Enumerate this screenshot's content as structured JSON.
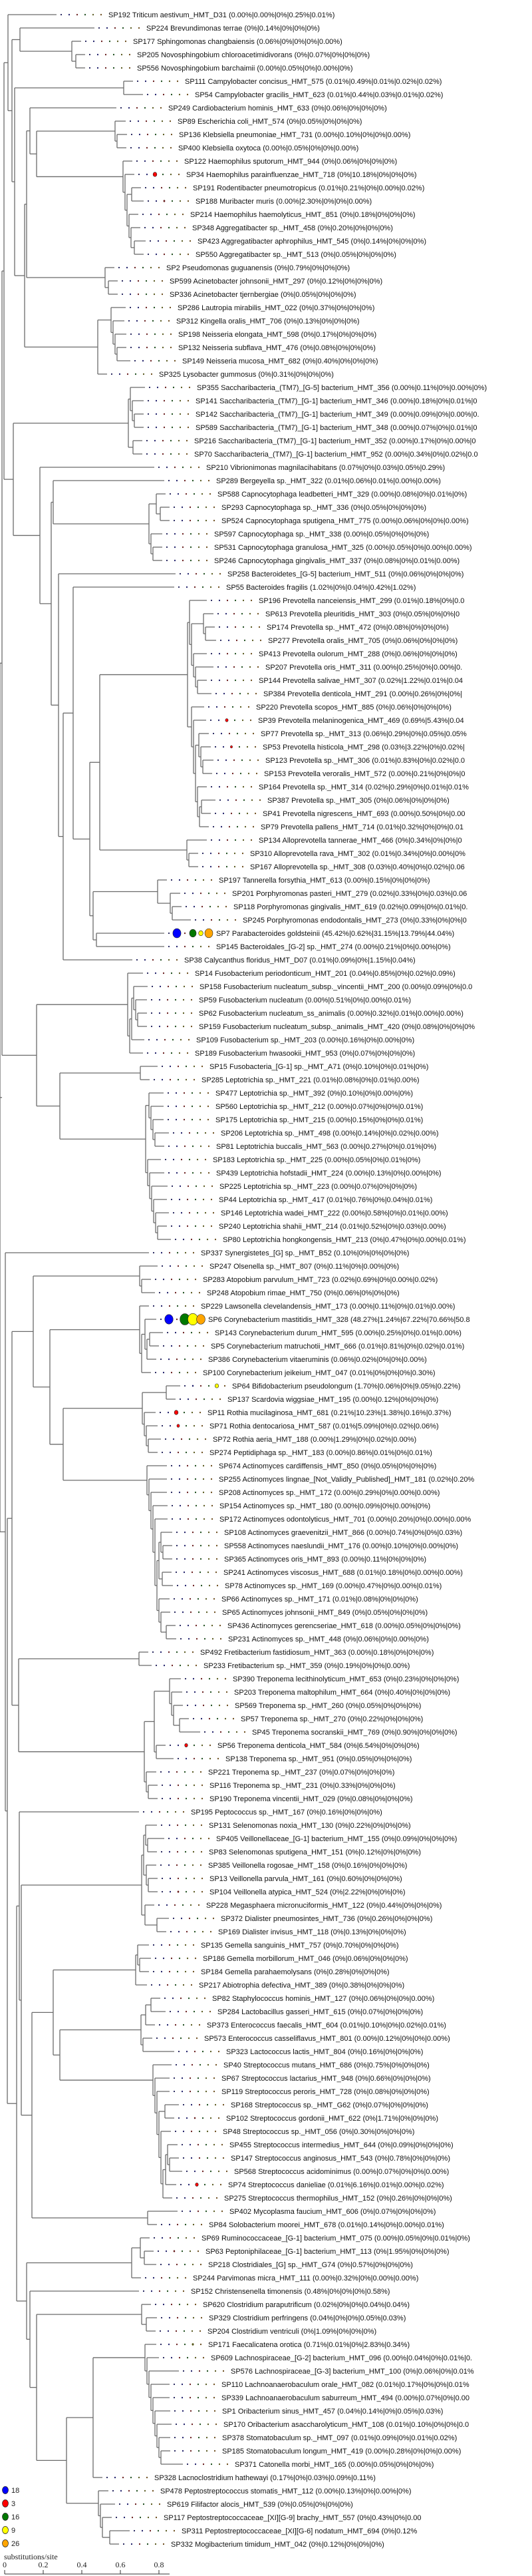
{
  "samples": [
    {
      "count": "18",
      "color": "#0000ff"
    },
    {
      "count": "3",
      "color": "#ff0000"
    },
    {
      "count": "16",
      "color": "#007700"
    },
    {
      "count": "9",
      "color": "#ffff00"
    },
    {
      "count": "26",
      "color": "#ffa500"
    }
  ],
  "axis": {
    "title": "substitutions/site",
    "ticks": [
      "0",
      "0.2",
      "0.4",
      "0.6",
      "0.8"
    ]
  },
  "leaves": [
    {
      "label": "SP192 Triticum aestivum_HMT_D31 (0.00%|0.00%|0%|0.25%|0.01%)"
    },
    {
      "label": "SP224 Brevundimonas terrae (0%|0.14%|0%|0%|0%)"
    },
    {
      "label": "SP177 Sphingomonas changbaiensis (0.06%|0%|0%|0%|0.00%)"
    },
    {
      "label": "SP205 Novosphingobium chloroacetimidivorans (0%|0.07%|0%|0%|0%)"
    },
    {
      "label": "SP556 Novosphingobium barchaimii (0.00%|0.05%|0%|0.00%|0%)"
    },
    {
      "label": "SP111 Campylobacter concisus_HMT_575 (0.01%|0.49%|0.01%|0.02%|0.02%)"
    },
    {
      "label": "SP54 Campylobacter gracilis_HMT_623 (0.01%|0.44%|0.03%|0.01%|0.02%)"
    },
    {
      "label": "SP249 Cardiobacterium hominis_HMT_633 (0%|0.06%|0%|0%|0%)"
    },
    {
      "label": "SP89 Escherichia coli_HMT_574 (0%|0.05%|0%|0%|0%)"
    },
    {
      "label": "SP136 Klebsiella pneumoniae_HMT_731 (0.00%|0.10%|0%|0%|0.00%)"
    },
    {
      "label": "SP400 Klebsiella oxytoca (0.00%|0.05%|0%|0%|0.00%)"
    },
    {
      "label": "SP122 Haemophilus sputorum_HMT_944 (0%|0.06%|0%|0%|0%)"
    },
    {
      "label": "SP34 Haemophilus parainfluenzae_HMT_718 (0%|10.18%|0%|0%|0%)"
    },
    {
      "label": "SP191 Rodentibacter pneumotropicus (0.01%|0.21%|0%|0.00%|0.02%)"
    },
    {
      "label": "SP188 Muribacter muris (0.00%|2.30%|0%|0%|0.00%)"
    },
    {
      "label": "SP214 Haemophilus haemolyticus_HMT_851 (0%|0.18%|0%|0%|0%)"
    },
    {
      "label": "SP348 Aggregatibacter sp._HMT_458 (0%|0.20%|0%|0%|0%)"
    },
    {
      "label": "SP423 Aggregatibacter aphrophilus_HMT_545 (0%|0.14%|0%|0%|0%)"
    },
    {
      "label": "SP550 Aggregatibacter sp._HMT_513 (0%|0.05%|0%|0%|0%)"
    },
    {
      "label": "SP2 Pseudomonas guguanensis (0%|0.79%|0%|0%|0%)"
    },
    {
      "label": "SP599 Acinetobacter johnsonii_HMT_297 (0%|0.12%|0%|0%|0%)"
    },
    {
      "label": "SP336 Acinetobacter tjernbergiae (0%|0.05%|0%|0%|0%)"
    },
    {
      "label": "SP286 Lautropia mirabilis_HMT_022 (0%|0.37%|0%|0%|0%)"
    },
    {
      "label": "SP312 Kingella oralis_HMT_706 (0%|0.13%|0%|0%|0%)"
    },
    {
      "label": "SP198 Neisseria elongata_HMT_598 (0%|0.17%|0%|0%|0%)"
    },
    {
      "label": "SP132 Neisseria subflava_HMT_476 (0%|0.08%|0%|0%|0%)"
    },
    {
      "label": "SP149 Neisseria mucosa_HMT_682 (0%|0.40%|0%|0%|0%)"
    },
    {
      "label": "SP325 Lysobacter gummosus (0%|0.31%|0%|0%|0%)"
    },
    {
      "label": "SP355 Saccharibacteria_(TM7)_[G-5] bacterium_HMT_356 (0.00%|0.11%|0%|0.00%|0%)"
    },
    {
      "label": "SP141 Saccharibacteria_(TM7)_[G-1] bacterium_HMT_346 (0.00%|0.18%|0%|0.01%|0"
    },
    {
      "label": "SP142 Saccharibacteria_(TM7)_[G-1] bacterium_HMT_349 (0.00%|0.09%|0%|0.00%|0."
    },
    {
      "label": "SP589 Saccharibacteria_(TM7)_[G-1] bacterium_HMT_348 (0.00%|0.07%|0%|0.01%|0"
    },
    {
      "label": "SP216 Saccharibacteria_(TM7)_[G-1] bacterium_HMT_352 (0.00%|0.17%|0%|0.00%|0"
    },
    {
      "label": "SP70 Saccharibacteria_(TM7)_[G-1] bacterium_HMT_952 (0.00%|0.34%|0%|0.02%|0.0"
    },
    {
      "label": "SP210 Vibrionimonas magnilacihabitans (0.07%|0%|0.03%|0.05%|0.29%)"
    },
    {
      "label": "SP289 Bergeyella sp._HMT_322 (0.01%|0.06%|0.01%|0.00%|0.00%)"
    },
    {
      "label": "SP588 Capnocytophaga leadbetteri_HMT_329 (0.00%|0.08%|0%|0.01%|0%)"
    },
    {
      "label": "SP293 Capnocytophaga sp._HMT_336 (0%|0.05%|0%|0%|0%)"
    },
    {
      "label": "SP524 Capnocytophaga sputigena_HMT_775 (0.00%|0.06%|0%|0%|0.00%)"
    },
    {
      "label": "SP597 Capnocytophaga sp._HMT_338 (0.00%|0.05%|0%|0%|0%)"
    },
    {
      "label": "SP531 Capnocytophaga granulosa_HMT_325 (0.00%|0.05%|0%|0.00%|0.00%)"
    },
    {
      "label": "SP246 Capnocytophaga gingivalis_HMT_337 (0%|0.08%|0%|0.01%|0.00%)"
    },
    {
      "label": "SP258 Bacteroidetes_[G-5] bacterium_HMT_511 (0%|0.06%|0%|0%|0%)"
    },
    {
      "label": "SP55 Bacteroides fragilis (1.02%|0%|0.04%|0.42%|1.02%)"
    },
    {
      "label": "SP196 Prevotella nanceiensis_HMT_299 (0.01%|0.18%|0%|0.0"
    },
    {
      "label": "SP613 Prevotella pleuritidis_HMT_303 (0%|0.05%|0%|0%|0"
    },
    {
      "label": "SP174 Prevotella sp._HMT_472 (0%|0.08%|0%|0%|0%)"
    },
    {
      "label": "SP277 Prevotella oralis_HMT_705 (0%|0.06%|0%|0%|0%)"
    },
    {
      "label": "SP413 Prevotella oulorum_HMT_288 (0%|0.06%|0%|0%|0%)"
    },
    {
      "label": "SP207 Prevotella oris_HMT_311 (0.00%|0.25%|0%|0.00%|0."
    },
    {
      "label": "SP144 Prevotella salivae_HMT_307 (0.02%|1.22%|0.01%|0.04"
    },
    {
      "label": "SP384 Prevotella denticola_HMT_291 (0.00%|0.26%|0%|0%|"
    },
    {
      "label": "SP220 Prevotella scopos_HMT_885 (0%|0.06%|0%|0%|0%)"
    },
    {
      "label": "SP39 Prevotella melaninogenica_HMT_469 (0.69%|5.43%|0.04"
    },
    {
      "label": "SP77 Prevotella sp._HMT_313 (0.06%|0.29%|0%|0.05%|0.05%"
    },
    {
      "label": "SP53 Prevotella histicola_HMT_298 (0.03%|3.22%|0%|0.02%|"
    },
    {
      "label": "SP123 Prevotella sp._HMT_306 (0.01%|0.83%|0%|0.02%|0.0"
    },
    {
      "label": "SP153 Prevotella veroralis_HMT_572 (0.00%|0.21%|0%|0%|0"
    },
    {
      "label": "SP164 Prevotella sp._HMT_314 (0.02%|0.29%|0%|0.01%|0.01%"
    },
    {
      "label": "SP387 Prevotella sp._HMT_305 (0%|0.06%|0%|0%|0%)"
    },
    {
      "label": "SP41 Prevotella nigrescens_HMT_693 (0.00%|0.50%|0%|0.00"
    },
    {
      "label": "SP79 Prevotella pallens_HMT_714 (0.01%|0.32%|0%|0%|0.01"
    },
    {
      "label": "SP134 Alloprevotella tannerae_HMT_466 (0%|0.34%|0%|0%|0"
    },
    {
      "label": "SP310 Alloprevotella rava_HMT_302 (0.01%|0.34%|0%|0.00%|0%"
    },
    {
      "label": "SP167 Alloprevotella sp._HMT_308 (0.03%|0.40%|0%|0.02%|0.06"
    },
    {
      "label": "SP197 Tannerella forsythia_HMT_613 (0.00%|0.15%|0%|0%|0%)"
    },
    {
      "label": "SP201 Porphyromonas pasteri_HMT_279 (0.02%|0.33%|0%|0.03%|0.06"
    },
    {
      "label": "SP118 Porphyromonas gingivalis_HMT_619 (0.02%|0.09%|0%|0.01%|0."
    },
    {
      "label": "SP245 Porphyromonas endodontalis_HMT_273 (0%|0.33%|0%|0%|0"
    },
    {
      "label": "SP7 Parabacteroides goldsteinii (45.42%|0.62%|31.15%|13.79%|44.04%)"
    },
    {
      "label": "SP145 Bacteroidales_[G-2] sp._HMT_274 (0.00%|0.21%|0%|0.00%|0%)"
    },
    {
      "label": "SP38 Calycanthus floridus_HMT_D07 (0.01%|0.09%|0%|1.15%|0.04%)"
    },
    {
      "label": "SP14 Fusobacterium periodonticum_HMT_201 (0.04%|0.85%|0%|0.02%|0.09%)"
    },
    {
      "label": "SP158 Fusobacterium nucleatum_subsp._vincentii_HMT_200 (0.00%|0.09%|0%|0.0"
    },
    {
      "label": "SP59 Fusobacterium nucleatum (0.00%|0.51%|0%|0.00%|0.01%)"
    },
    {
      "label": "SP62 Fusobacterium nucleatum_ss_animalis (0.00%|0.32%|0.01%|0.00%|0.00%)"
    },
    {
      "label": "SP159 Fusobacterium nucleatum_subsp._animalis_HMT_420 (0%|0.08%|0%|0%|0%"
    },
    {
      "label": "SP109 Fusobacterium sp._HMT_203 (0.00%|0.16%|0%|0.00%|0%)"
    },
    {
      "label": "SP189 Fusobacterium hwasookii_HMT_953 (0%|0.07%|0%|0%|0%)"
    },
    {
      "label": "SP15 Fusobacteria_[G-1] sp._HMT_A71 (0%|0.10%|0%|0.01%|0%)"
    },
    {
      "label": "SP285 Leptotrichia sp._HMT_221 (0.01%|0.08%|0%|0.01%|0.00%)"
    },
    {
      "label": "SP477 Leptotrichia sp._HMT_392 (0%|0.10%|0%|0.00%|0%)"
    },
    {
      "label": "SP560 Leptotrichia sp._HMT_212 (0.00%|0.07%|0%|0%|0.01%)"
    },
    {
      "label": "SP175 Leptotrichia sp._HMT_215 (0.00%|0.15%|0%|0%|0.01%)"
    },
    {
      "label": "SP206 Leptotrichia sp._HMT_498 (0.00%|0.14%|0%|0.02%|0.00%)"
    },
    {
      "label": "SP81 Leptotrichia buccalis_HMT_563 (0.00%|0.27%|0%|0.01%|0%)"
    },
    {
      "label": "SP183 Leptotrichia sp._HMT_225 (0.00%|0.05%|0%|0.01%|0%)"
    },
    {
      "label": "SP439 Leptotrichia hofstadii_HMT_224 (0.00%|0.13%|0%|0.00%|0%)"
    },
    {
      "label": "SP225 Leptotrichia sp._HMT_223 (0.00%|0.07%|0%|0%|0%)"
    },
    {
      "label": "SP44 Leptotrichia sp._HMT_417 (0.01%|0.76%|0%|0.04%|0.01%)"
    },
    {
      "label": "SP146 Leptotrichia wadei_HMT_222 (0.00%|0.58%|0%|0.01%|0.00%)"
    },
    {
      "label": "SP240 Leptotrichia shahii_HMT_214 (0.01%|0.52%|0%|0.03%|0.00%)"
    },
    {
      "label": "SP80 Leptotrichia hongkongensis_HMT_213 (0%|0.47%|0%|0.00%|0.01%)"
    },
    {
      "label": "SP337 Synergistetes_[G] sp._HMT_B52 (0.10%|0%|0%|0%|0%)"
    },
    {
      "label": "SP247 Olsenella sp._HMT_807 (0%|0.11%|0%|0.00%|0%)"
    },
    {
      "label": "SP283 Atopobium parvulum_HMT_723 (0.02%|0.69%|0%|0.00%|0.02%)"
    },
    {
      "label": "SP248 Atopobium rimae_HMT_750 (0%|0.06%|0%|0%|0%)"
    },
    {
      "label": "SP229 Lawsonella clevelandensis_HMT_173 (0.00%|0.11%|0%|0.01%|0.00%)"
    },
    {
      "label": "SP6 Corynebacterium mastitidis_HMT_328 (48.27%|1.24%|67.22%|70.66%|50.8"
    },
    {
      "label": "SP143 Corynebacterium durum_HMT_595 (0.00%|0.25%|0%|0.01%|0.00%)"
    },
    {
      "label": "SP5 Corynebacterium matruchotii_HMT_666 (0.01%|0.81%|0%|0.02%|0.01%)"
    },
    {
      "label": "SP386 Corynebacterium vitaeruminis (0.06%|0.02%|0%|0%|0.00%)"
    },
    {
      "label": "SP100 Corynebacterium jeikeium_HMT_047 (0.01%|0%|0%|0%|0.30%)"
    },
    {
      "label": "SP64 Bifidobacterium pseudolongum (1.70%|0.06%|0%|9.05%|0.22%)"
    },
    {
      "label": "SP137 Scardovia wiggsiae_HMT_195 (0.00%|0.12%|0%|0%|0%)"
    },
    {
      "label": "SP11 Rothia mucilaginosa_HMT_681 (0.21%|10.23%|1.38%|0.16%|0.37%)"
    },
    {
      "label": "SP71 Rothia dentocariosa_HMT_587 (0.01%|5.09%|0%|0.02%|0.06%)"
    },
    {
      "label": "SP72 Rothia aeria_HMT_188 (0.00%|1.29%|0%|0.02%|0.00%)"
    },
    {
      "label": "SP274 Peptidiphaga sp._HMT_183 (0.00%|0.86%|0.01%|0%|0.01%)"
    },
    {
      "label": "SP674 Actinomyces cardiffensis_HMT_850 (0%|0.05%|0%|0%|0%)"
    },
    {
      "label": "SP255 Actinomyces lingnae_[Not_Validly_Published]_HMT_181 (0.02%|0.20%"
    },
    {
      "label": "SP208 Actinomyces sp._HMT_172 (0.00%|0.29%|0%|0.00%|0.00%)"
    },
    {
      "label": "SP154 Actinomyces sp._HMT_180 (0.00%|0.09%|0%|0.00%|0%)"
    },
    {
      "label": "SP172 Actinomyces odontolyticus_HMT_701 (0.00%|0.20%|0%|0.00%|0.00%"
    },
    {
      "label": "SP108 Actinomyces graevenitzii_HMT_866 (0.00%|0.74%|0%|0%|0.03%)"
    },
    {
      "label": "SP558 Actinomyces naeslundii_HMT_176 (0.00%|0.10%|0%|0.00%|0%)"
    },
    {
      "label": "SP365 Actinomyces oris_HMT_893 (0.00%|0.11%|0%|0%|0%)"
    },
    {
      "label": "SP241 Actinomyces viscosus_HMT_688 (0.01%|0.18%|0%|0.00%|0.00%)"
    },
    {
      "label": "SP78 Actinomyces sp._HMT_169 (0.00%|0.47%|0%|0.00%|0.01%)"
    },
    {
      "label": "SP66 Actinomyces sp._HMT_171 (0.01%|0.08%|0%|0%|0%)"
    },
    {
      "label": "SP65 Actinomyces johnsonii_HMT_849 (0%|0.05%|0%|0%|0%)"
    },
    {
      "label": "SP436 Actinomyces gerencseriae_HMT_618 (0.00%|0.05%|0%|0%|0%)"
    },
    {
      "label": "SP231 Actinomyces sp._HMT_448 (0%|0.06%|0%|0.00%|0%)"
    },
    {
      "label": "SP492 Fretibacterium fastidiosum_HMT_363 (0.00%|0.18%|0%|0%|0%)"
    },
    {
      "label": "SP233 Fretibacterium sp._HMT_359 (0%|0.19%|0%|0%|0.00%)"
    },
    {
      "label": "SP390 Treponema lecithinolyticum_HMT_653 (0%|0.23%|0%|0%|0%)"
    },
    {
      "label": "SP203 Treponema maltophilum_HMT_664 (0%|0.40%|0%|0%|0%)"
    },
    {
      "label": "SP569 Treponema sp._HMT_260 (0%|0.05%|0%|0%|0%)"
    },
    {
      "label": "SP57 Treponema sp._HMT_270 (0%|0.22%|0%|0%|0%)"
    },
    {
      "label": "SP45 Treponema socranskii_HMT_769 (0%|0.90%|0%|0%|0%)"
    },
    {
      "label": "SP56 Treponema denticola_HMT_584 (0%|6.54%|0%|0%|0%)"
    },
    {
      "label": "SP138 Treponema sp._HMT_951 (0%|0.05%|0%|0%|0%)"
    },
    {
      "label": "SP221 Treponema sp._HMT_237 (0%|0.07%|0%|0%|0%)"
    },
    {
      "label": "SP116 Treponema sp._HMT_231 (0%|0.33%|0%|0%|0%)"
    },
    {
      "label": "SP190 Treponema vincentii_HMT_029 (0%|0.08%|0%|0%|0%)"
    },
    {
      "label": "SP195 Peptococcus sp._HMT_167 (0%|0.16%|0%|0%|0%)"
    },
    {
      "label": "SP131 Selenomonas noxia_HMT_130 (0%|0.22%|0%|0%|0%)"
    },
    {
      "label": "SP405 Veillonellaceae_[G-1] bacterium_HMT_155 (0%|0.09%|0%|0%|0%)"
    },
    {
      "label": "SP83 Selenomonas sputigena_HMT_151 (0%|0.12%|0%|0%|0%)"
    },
    {
      "label": "SP385 Veillonella rogosae_HMT_158 (0%|0.16%|0%|0%|0%)"
    },
    {
      "label": "SP13 Veillonella parvula_HMT_161 (0%|0.60%|0%|0%|0%)"
    },
    {
      "label": "SP104 Veillonella atypica_HMT_524 (0%|2.22%|0%|0%|0%)"
    },
    {
      "label": "SP228 Megasphaera micronuciformis_HMT_122 (0%|0.44%|0%|0%|0%)"
    },
    {
      "label": "SP372 Dialister pneumosintes_HMT_736 (0%|0.26%|0%|0%|0%)"
    },
    {
      "label": "SP169 Dialister invisus_HMT_118 (0%|0.13%|0%|0%|0%)"
    },
    {
      "label": "SP135 Gemella sanguinis_HMT_757 (0%|0.70%|0%|0%|0%)"
    },
    {
      "label": "SP186 Gemella morbillorum_HMT_046 (0%|0.06%|0%|0%|0%)"
    },
    {
      "label": "SP184 Gemella parahaemolysans (0%|0.28%|0%|0%|0%)"
    },
    {
      "label": "SP217 Abiotrophia defectiva_HMT_389 (0%|0.38%|0%|0%|0%)"
    },
    {
      "label": "SP82 Staphylococcus hominis_HMT_127 (0%|0.06%|0%|0%|0.00%)"
    },
    {
      "label": "SP284 Lactobacillus gasseri_HMT_615 (0%|0.07%|0%|0%|0%)"
    },
    {
      "label": "SP373 Enterococcus faecalis_HMT_604 (0.01%|0.10%|0%|0.02%|0.01%)"
    },
    {
      "label": "SP573 Enterococcus casseliflavus_HMT_801 (0.00%|0.12%|0%|0%|0.00%)"
    },
    {
      "label": "SP323 Lactococcus lactis_HMT_804 (0%|0.16%|0%|0%|0%)"
    },
    {
      "label": "SP40 Streptococcus mutans_HMT_686 (0%|0.75%|0%|0%|0%)"
    },
    {
      "label": "SP67 Streptococcus lactarius_HMT_948 (0%|0.66%|0%|0%|0%)"
    },
    {
      "label": "SP119 Streptococcus peroris_HMT_728 (0%|0.08%|0%|0%|0%)"
    },
    {
      "label": "SP168 Streptococcus sp._HMT_G62 (0%|0.07%|0%|0%|0%)"
    },
    {
      "label": "SP102 Streptococcus gordonii_HMT_622 (0%|1.71%|0%|0%|0%)"
    },
    {
      "label": "SP48 Streptococcus sp._HMT_056 (0%|0.30%|0%|0%|0%)"
    },
    {
      "label": "SP455 Streptococcus intermedius_HMT_644 (0%|0.09%|0%|0%|0%)"
    },
    {
      "label": "SP147 Streptococcus anginosus_HMT_543 (0%|0.78%|0%|0%|0%)"
    },
    {
      "label": "SP568 Streptococcus acidominimus (0.00%|0.07%|0%|0%|0.00%)"
    },
    {
      "label": "SP74 Streptococcus danieliae (0.01%|6.16%|0.01%|0.00%|0.02%)"
    },
    {
      "label": "SP275 Streptococcus thermophilus_HMT_152 (0%|0.26%|0%|0%|0%)"
    },
    {
      "label": "SP402 Mycoplasma faucium_HMT_606 (0%|0.07%|0%|0%|0%)"
    },
    {
      "label": "SP84 Solobacterium moorei_HMT_678 (0.01%|0.14%|0%|0.00%|0.01%)"
    },
    {
      "label": "SP69 Ruminococcaceae_[G-1] bacterium_HMT_075 (0.00%|0.05%|0%|0.01%|0%)"
    },
    {
      "label": "SP63 Peptoniphilaceae_[G-1] bacterium_HMT_113 (0%|1.95%|0%|0%|0%)"
    },
    {
      "label": "SP218 Clostridiales_[G] sp._HMT_G74 (0%|0.57%|0%|0%|0%)"
    },
    {
      "label": "SP244 Parvimonas micra_HMT_111 (0.00%|0.32%|0%|0.00%|0.00%)"
    },
    {
      "label": "SP152 Christensenella timonensis (0.48%|0%|0%|0%|0.58%)"
    },
    {
      "label": "SP620 Clostridium paraputrificum (0.02%|0%|0%|0.04%|0.04%)"
    },
    {
      "label": "SP329 Clostridium perfringens (0.04%|0%|0%|0.05%|0.03%)"
    },
    {
      "label": "SP204 Clostridium ventriculi (0%|1.09%|0%|0%|0%)"
    },
    {
      "label": "SP171 Faecalicatena orotica (0.71%|0.01%|0%|2.83%|0.34%)"
    },
    {
      "label": "SP609 Lachnospiraceae_[G-2] bacterium_HMT_096 (0.00%|0.04%|0%|0.01%|0."
    },
    {
      "label": "SP576 Lachnospiraceae_[G-3] bacterium_HMT_100 (0%|0.06%|0%|0.01%"
    },
    {
      "label": "SP110 Lachnoanaerobaculum orale_HMT_082 (0.01%|0.17%|0%|0%|0.01%"
    },
    {
      "label": "SP339 Lachnoanaerobaculum saburreum_HMT_494 (0.00%|0.07%|0%|0.00"
    },
    {
      "label": "SP1 Oribacterium sinus_HMT_457 (0.04%|0.14%|0%|0.05%|0.03%)"
    },
    {
      "label": "SP170 Oribacterium asaccharolyticum_HMT_108 (0.01%|0.10%|0%|0%|0.0"
    },
    {
      "label": "SP378 Stomatobaculum sp._HMT_097 (0.01%|0.09%|0%|0.01%|0.02%)"
    },
    {
      "label": "SP185 Stomatobaculum longum_HMT_419 (0.00%|0.28%|0%|0%|0.00%)"
    },
    {
      "label": "SP371 Catonella morbi_HMT_165 (0.00%|0.05%|0%|0%|0%)"
    },
    {
      "label": "SP328 Lacnoclostridium hathewayi (0.17%|0%|0.03%|0.09%|0.11%)"
    },
    {
      "label": "SP478 Peptostreptococcus stomatis_HMT_112 (0.00%|0.13%|0%|0.00%|0%)"
    },
    {
      "label": "SP619 Filifactor alocis_HMT_539 (0%|0.05%|0%|0%|0%)"
    },
    {
      "label": "SP117 Peptostreptococcaceae_[XI][G-9] brachy_HMT_557 (0%|0.43%|0%|0.00"
    },
    {
      "label": "SP311 Peptostreptococcaceae_[XI][G-6] nodatum_HMT_694 (0%|0.12%"
    },
    {
      "label": "SP332 Mogibacterium timidum_HMT_042 (0%|0.12%|0%|0%|0%)"
    }
  ]
}
